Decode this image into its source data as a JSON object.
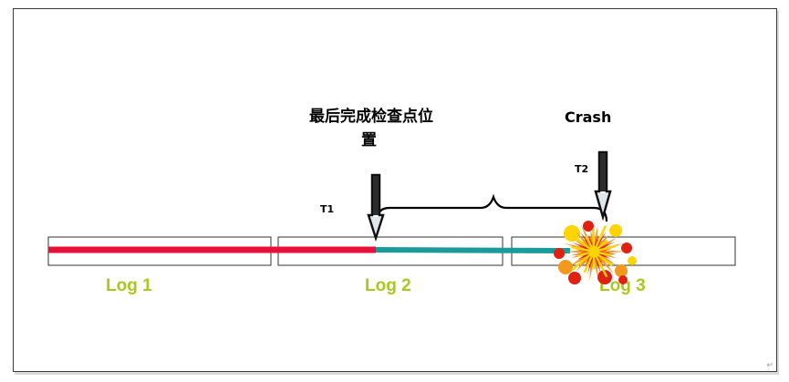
{
  "annotation": {
    "checkpoint_line1": "最后完成检查点位",
    "checkpoint_line2": "置",
    "crash": "Crash",
    "t1": "T1",
    "t2": "T2"
  },
  "logs": [
    {
      "label": "Log 1"
    },
    {
      "label": "Log 2"
    },
    {
      "label": "Log 3"
    }
  ],
  "colors": {
    "completed": "#e8103a",
    "pending": "#1a9a9a",
    "log_label": "#a8c81e",
    "explosion_red": "#e02010",
    "explosion_orange": "#f39a1e",
    "explosion_yellow": "#ffd400"
  },
  "icons": {
    "checkpoint_marker": "down-arrow-icon",
    "crash_marker": "down-arrow-icon",
    "crash_burst": "explosion-icon"
  },
  "corner_glyph": "↵"
}
